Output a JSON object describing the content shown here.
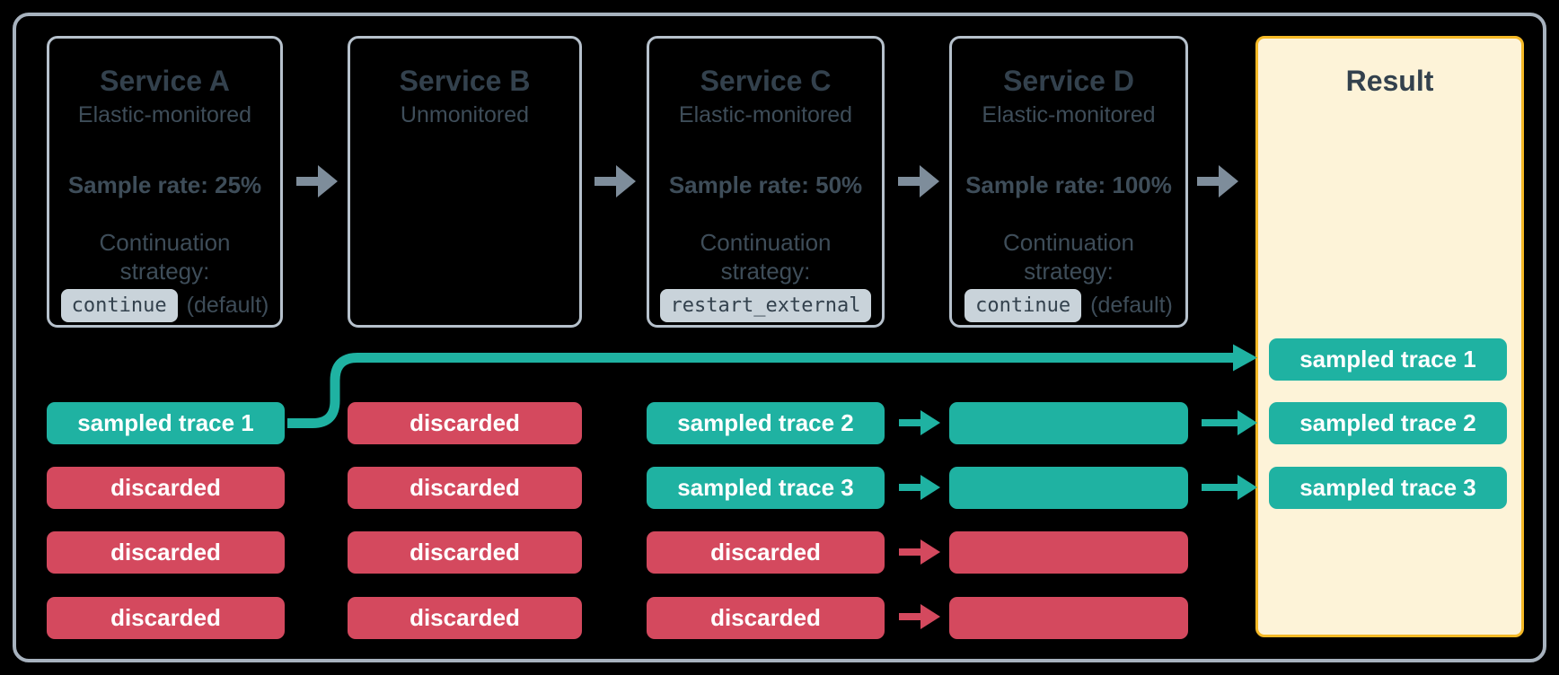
{
  "palette": {
    "background": "#000000",
    "frame_border": "#a7b2be",
    "box_border": "#b6c1cc",
    "text_dark": "#33414d",
    "text_body": "#3e4d59",
    "teal": "#1fb2a2",
    "red": "#d4495e",
    "gold": "#f5b926",
    "cream": "#fdf3d8",
    "arrow_gray": "#7e8d9b",
    "tag_bg": "#c9d3da",
    "pill_text": "#ffffff"
  },
  "services": [
    {
      "title": "Service A",
      "subtitle": "Elastic-monitored",
      "sample_rate": "Sample rate: 25%",
      "continuation_label": "Continuation strategy:",
      "strategy_code": "continue",
      "strategy_suffix": "(default)"
    },
    {
      "title": "Service B",
      "subtitle": "Unmonitored",
      "sample_rate": "",
      "continuation_label": "",
      "strategy_code": "",
      "strategy_suffix": ""
    },
    {
      "title": "Service C",
      "subtitle": "Elastic-monitored",
      "sample_rate": "Sample rate: 50%",
      "continuation_label": "Continuation strategy:",
      "strategy_code": "restart_external",
      "strategy_suffix": ""
    },
    {
      "title": "Service D",
      "subtitle": "Elastic-monitored",
      "sample_rate": "Sample rate: 100%",
      "continuation_label": "Continuation strategy:",
      "strategy_code": "continue",
      "strategy_suffix": "(default)"
    }
  ],
  "result": {
    "title": "Result",
    "pills": [
      {
        "label": "sampled trace 1",
        "kind": "sampled"
      },
      {
        "label": "sampled trace 2",
        "kind": "sampled"
      },
      {
        "label": "sampled trace 3",
        "kind": "sampled"
      }
    ]
  },
  "trace_columns": {
    "service_a": [
      {
        "label": "sampled trace 1",
        "kind": "sampled"
      },
      {
        "label": "discarded",
        "kind": "discarded"
      },
      {
        "label": "discarded",
        "kind": "discarded"
      },
      {
        "label": "discarded",
        "kind": "discarded"
      }
    ],
    "service_b": [
      {
        "label": "discarded",
        "kind": "discarded"
      },
      {
        "label": "discarded",
        "kind": "discarded"
      },
      {
        "label": "discarded",
        "kind": "discarded"
      },
      {
        "label": "discarded",
        "kind": "discarded"
      }
    ],
    "service_c": [
      {
        "label": "sampled trace 2",
        "kind": "sampled"
      },
      {
        "label": "sampled trace 3",
        "kind": "sampled"
      },
      {
        "label": "discarded",
        "kind": "discarded"
      },
      {
        "label": "discarded",
        "kind": "discarded"
      }
    ],
    "service_d": [
      {
        "label": "",
        "kind": "sampled"
      },
      {
        "label": "",
        "kind": "sampled"
      },
      {
        "label": "",
        "kind": "discarded"
      },
      {
        "label": "",
        "kind": "discarded"
      }
    ]
  }
}
